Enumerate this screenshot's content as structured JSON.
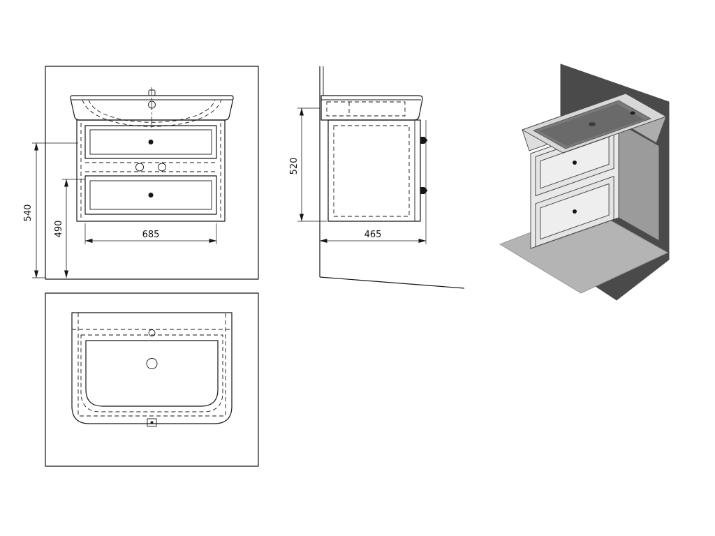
{
  "drawing": {
    "kind": "bathroom vanity unit with washbasin - technical drawing",
    "views": [
      "front",
      "side",
      "isometric",
      "plan"
    ]
  },
  "views": {
    "front": {
      "dim_height_total": "540",
      "dim_height_inner": "490",
      "dim_width": "685"
    },
    "side": {
      "dim_height": "520",
      "dim_depth": "465"
    }
  },
  "colors": {
    "line": "#161616",
    "wall_dark": "#4a4a4a",
    "floor_light": "#b4b4b4",
    "cab_front": "#e9e9e9",
    "cab_side": "#9b9b9b",
    "drawer_face": "#e4e4e4",
    "drawer_inner": "#eeeeee",
    "basin_top": "#d8d8d8",
    "basin_skirt": "#dedede",
    "basin_skirt_side": "#adadad",
    "bowl": "#7a7a7a",
    "bowl_inner": "#6a6a6a"
  }
}
